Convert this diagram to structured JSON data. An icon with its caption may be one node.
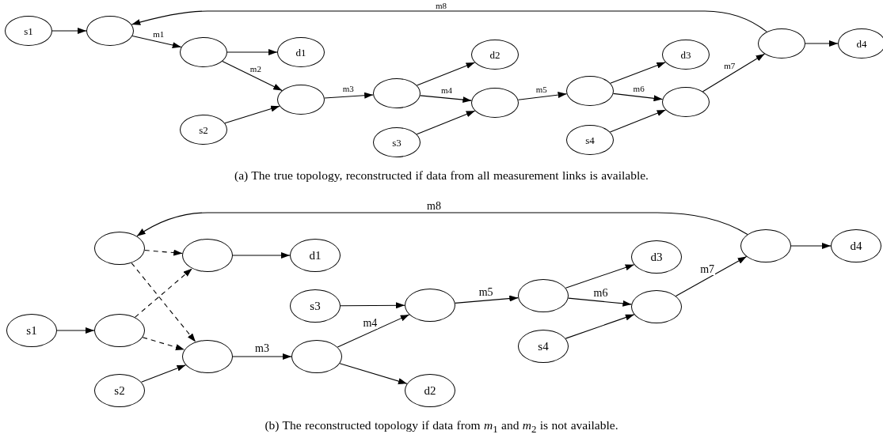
{
  "diagram": {
    "nodes": [
      {
        "text": [
          "s1"
        ]
      },
      {
        "text": [],
        "shape": "ellipse"
      },
      {
        "text": [],
        "shape": "ellipse"
      },
      {
        "text": [
          "d1"
        ]
      },
      {
        "text": [
          "s2"
        ]
      },
      {
        "text": [],
        "shape": "ellipse"
      },
      {
        "text": [],
        "shape": "ellipse"
      },
      {
        "text": [
          "d2"
        ]
      },
      {
        "text": [
          "s3"
        ]
      },
      {
        "text": [],
        "shape": "ellipse"
      },
      {
        "text": [],
        "shape": "ellipse"
      },
      {
        "text": [
          "d3"
        ]
      },
      {
        "text": [
          "s4"
        ]
      },
      {
        "text": [],
        "shape": "ellipse"
      },
      {
        "text": [],
        "shape": "ellipse"
      },
      {
        "text": [
          "d4"
        ]
      },
      {
        "text": [],
        "shape": "ellipse"
      },
      {
        "text": [],
        "shape": "ellipse"
      },
      {
        "text": [
          "d1"
        ]
      },
      {
        "text": [
          "s1"
        ]
      },
      {
        "text": [],
        "shape": "ellipse"
      },
      {
        "text": [
          "s3"
        ]
      },
      {
        "text": [],
        "shape": "ellipse"
      },
      {
        "text": [
          "d3"
        ]
      },
      {
        "text": [],
        "shape": "ellipse"
      },
      {
        "text": [],
        "shape": "ellipse"
      },
      {
        "text": [
          "s4"
        ]
      },
      {
        "text": [],
        "shape": "ellipse"
      },
      {
        "text": [],
        "shape": "ellipse"
      },
      {
        "text": [
          "s2"
        ]
      },
      {
        "text": [
          "d2"
        ]
      },
      {
        "text": [],
        "shape": "ellipse"
      },
      {
        "text": [
          "d4"
        ]
      }
    ],
    "edges": [
      {
        "from": 0,
        "to": 1,
        "arrow": "to"
      },
      {
        "from": 1,
        "to": 2,
        "arrow": "to",
        "label": "m1"
      },
      {
        "from": 2,
        "to": 3,
        "arrow": "to"
      },
      {
        "from": 2,
        "to": 5,
        "arrow": "to",
        "label": "m2"
      },
      {
        "from": 4,
        "to": 5,
        "arrow": "to"
      },
      {
        "from": 5,
        "to": 6,
        "arrow": "to",
        "label": "m3"
      },
      {
        "from": 6,
        "to": 7,
        "arrow": "to"
      },
      {
        "from": 6,
        "to": 9,
        "arrow": "to",
        "label": "m4"
      },
      {
        "from": 8,
        "to": 9,
        "arrow": "to"
      },
      {
        "from": 9,
        "to": 10,
        "arrow": "to",
        "label": "m5"
      },
      {
        "from": 10,
        "to": 11,
        "arrow": "to"
      },
      {
        "from": 10,
        "to": 13,
        "arrow": "to",
        "label": "m6"
      },
      {
        "from": 12,
        "to": 13,
        "arrow": "to"
      },
      {
        "from": 13,
        "to": 14,
        "arrow": "to",
        "label": "m7"
      },
      {
        "from": 14,
        "to": 15,
        "arrow": "to"
      },
      {
        "from": 14,
        "to": 1,
        "arrow": "to",
        "label": "m8"
      },
      {
        "from": 16,
        "to": 17,
        "arrow": "to",
        "style": "dashed"
      },
      {
        "from": 16,
        "to": 27,
        "arrow": "to",
        "style": "dashed"
      },
      {
        "from": 20,
        "to": 17,
        "arrow": "to",
        "style": "dashed"
      },
      {
        "from": 20,
        "to": 27,
        "arrow": "to",
        "style": "dashed"
      },
      {
        "from": 19,
        "to": 20,
        "arrow": "to"
      },
      {
        "from": 17,
        "to": 18,
        "arrow": "to"
      },
      {
        "from": 29,
        "to": 27,
        "arrow": "to"
      },
      {
        "from": 27,
        "to": 28,
        "arrow": "to",
        "label": "m3"
      },
      {
        "from": 28,
        "to": 22,
        "arrow": "to",
        "label": "m4"
      },
      {
        "from": 21,
        "to": 22,
        "arrow": "to"
      },
      {
        "from": 28,
        "to": 30,
        "arrow": "to"
      },
      {
        "from": 22,
        "to": 24,
        "arrow": "to",
        "label": "m5"
      },
      {
        "from": 24,
        "to": 23,
        "arrow": "to"
      },
      {
        "from": 24,
        "to": 25,
        "arrow": "to",
        "label": "m6"
      },
      {
        "from": 26,
        "to": 25,
        "arrow": "to"
      },
      {
        "from": 25,
        "to": 31,
        "arrow": "to",
        "label": "m7"
      },
      {
        "from": 31,
        "to": 32,
        "arrow": "to"
      },
      {
        "from": 31,
        "to": 16,
        "arrow": "to",
        "label": "m8"
      }
    ],
    "labels": [
      "(a) The true topology, reconstructed if data from all measurement links is available.",
      "(b) The reconstructed topology if data from *m*$_{1}$ and *m*$_{2}$ is not available."
    ]
  }
}
